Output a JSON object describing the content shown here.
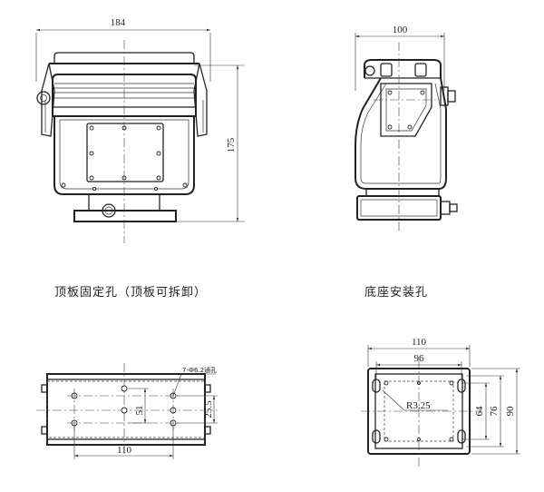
{
  "front_view": {
    "width_dim": "184",
    "height_dim": "175"
  },
  "side_view": {
    "width_dim": "100"
  },
  "captions": {
    "top_plate": "顶板固定孔（顶板可拆卸）",
    "base": "底座安装孔"
  },
  "top_plate_holes": {
    "hole_note": "7-Ф6.2通孔",
    "dim_110": "110",
    "dim_51": "51",
    "dim_25_5": "25.5"
  },
  "base_holes": {
    "dim_110": "110",
    "dim_96": "96",
    "radius_note": "R3.25",
    "dim_64": "64",
    "dim_76": "76",
    "dim_90": "90"
  }
}
